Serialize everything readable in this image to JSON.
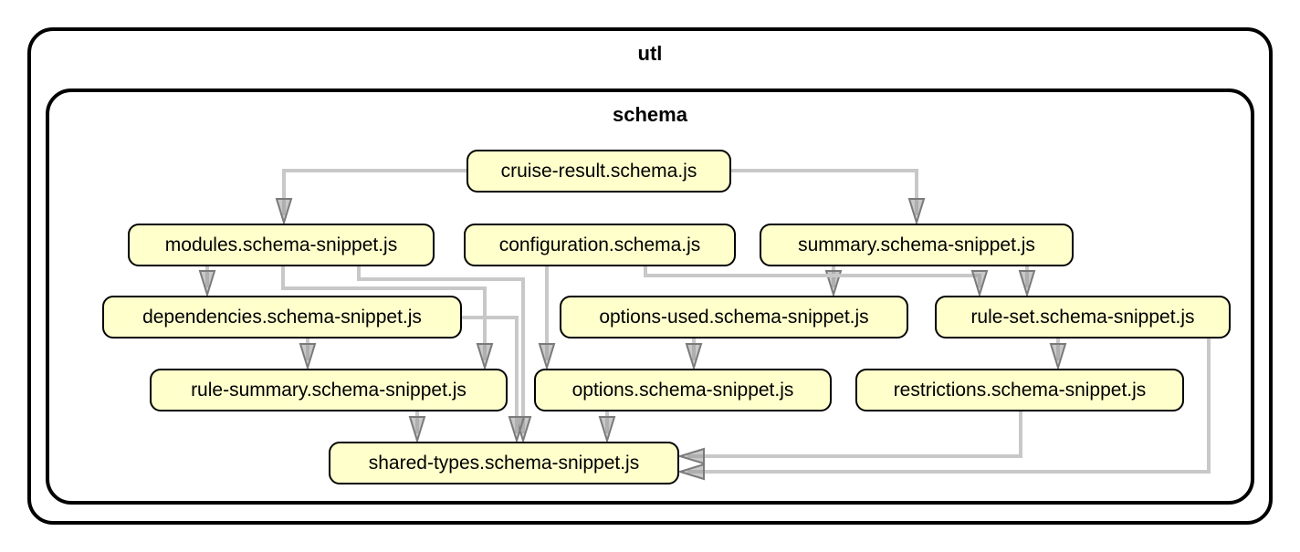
{
  "clusters": {
    "outer": {
      "label": "utl"
    },
    "inner": {
      "label": "schema"
    }
  },
  "nodes": {
    "cruise_result": "cruise-result.schema.js",
    "modules": "modules.schema-snippet.js",
    "configuration": "configuration.schema.js",
    "summary": "summary.schema-snippet.js",
    "dependencies": "dependencies.schema-snippet.js",
    "options_used": "options-used.schema-snippet.js",
    "rule_set": "rule-set.schema-snippet.js",
    "rule_summary": "rule-summary.schema-snippet.js",
    "options": "options.schema-snippet.js",
    "restrictions": "restrictions.schema-snippet.js",
    "shared_types": "shared-types.schema-snippet.js"
  },
  "edges": [
    [
      "cruise_result",
      "modules"
    ],
    [
      "cruise_result",
      "summary"
    ],
    [
      "modules",
      "dependencies"
    ],
    [
      "modules",
      "rule_summary"
    ],
    [
      "modules",
      "shared_types"
    ],
    [
      "configuration",
      "options"
    ],
    [
      "summary",
      "options_used"
    ],
    [
      "summary",
      "rule_set"
    ],
    [
      "dependencies",
      "rule_summary"
    ],
    [
      "dependencies",
      "shared_types"
    ],
    [
      "options_used",
      "options"
    ],
    [
      "rule_set",
      "restrictions"
    ],
    [
      "rule_summary",
      "shared_types"
    ],
    [
      "options",
      "shared_types"
    ],
    [
      "restrictions",
      "shared_types"
    ],
    [
      "rule_set",
      "shared_types"
    ]
  ],
  "colors": {
    "node_fill": "#ffffcc",
    "edge": "#c8c8c8",
    "arrowhead": "#9a9a9a",
    "border": "#000000"
  }
}
